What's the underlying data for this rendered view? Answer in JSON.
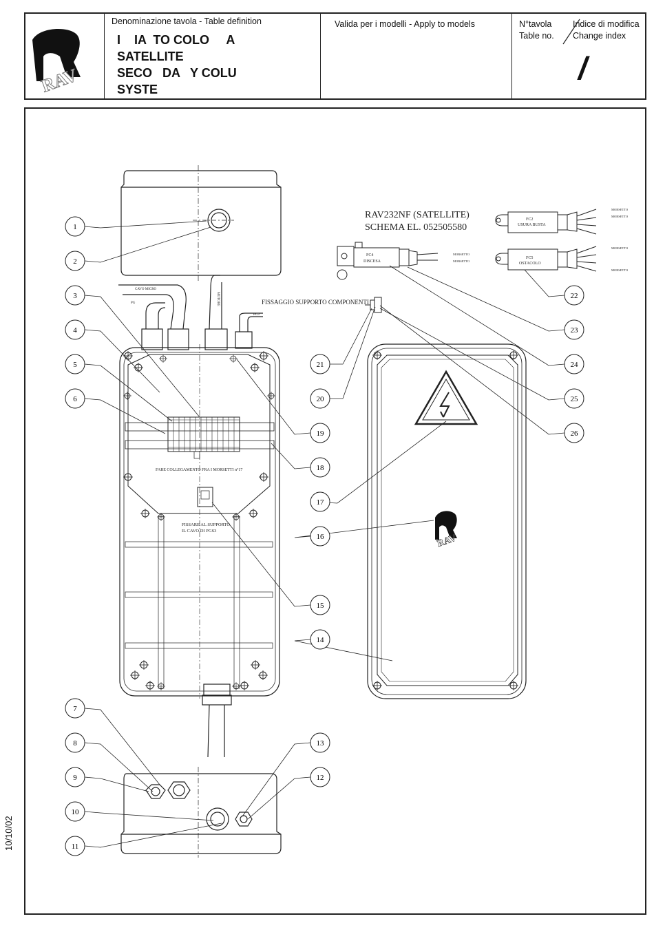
{
  "header": {
    "logo_text": "RAV",
    "definition_label": "Denominazione tavola - Table definition",
    "title": "I    IA  TO COLO     A\nSATELLITE\nSECO   DA   Y COLU\nSYSTE",
    "models_label": "Valida per i modelli - Apply to models",
    "table_no_label_it": "N°tavola",
    "table_no_label_en": "Table no.",
    "change_index_label_it": "Indice di modifica",
    "change_index_label_en": "Change index",
    "change_index_value": "/"
  },
  "side_date": "10/10/02",
  "diagram": {
    "model_title": "RAV232NF (SATELLITE)",
    "schema_title": "SCHEMA EL. 052505580",
    "fix_support_label": "FISSAGGIO SUPPORTO COMPONENTI",
    "terminal_note": "FARE COLLEGAMENTO FRA I MORSETTI n°17",
    "fix_cable_note_1": "FISSARE AL SUPPORTO",
    "fix_cable_note_2": "IL CAVO DI PGS3",
    "switch_fc4": "FC4",
    "switch_fc4_sub": "DISCESA",
    "switch_fc2": "FC2",
    "switch_fc2_sub": "USURA BUSTA",
    "switch_fc5": "FC5",
    "switch_fc5_sub": "OSTACOLO",
    "cable_micro": "CAVO MICRO",
    "cable_motore": "MOTORE",
    "cable_pg": "PG",
    "cable_pg3": "PG3",
    "terminal_wire": "MORSETTO",
    "logo_small": "RAV",
    "callouts": [
      "1",
      "2",
      "3",
      "4",
      "5",
      "6",
      "7",
      "8",
      "9",
      "10",
      "11",
      "12",
      "13",
      "14",
      "15",
      "16",
      "17",
      "18",
      "19",
      "20",
      "21",
      "22",
      "23",
      "24",
      "25",
      "26"
    ]
  },
  "colors": {
    "line": "#222222",
    "background": "#ffffff"
  }
}
